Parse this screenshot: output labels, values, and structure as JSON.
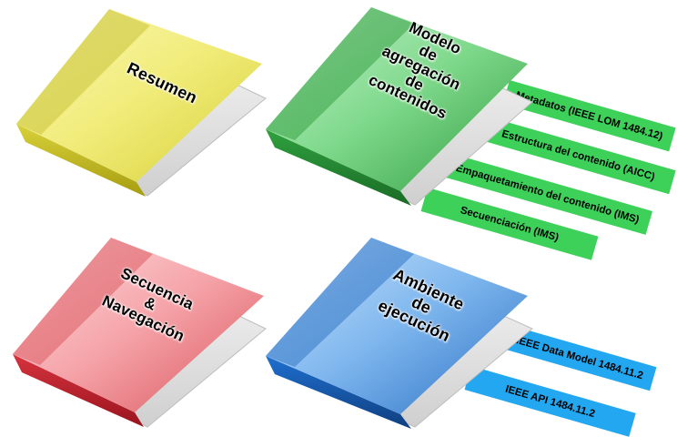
{
  "books": {
    "resumen": {
      "title": "Resumen",
      "color": "#d9d63a"
    },
    "modelo": {
      "title": "Modelo\nde\nagregación\nde\ncontenidos",
      "color": "#3cb54a"
    },
    "secuencia": {
      "title": "Secuencia\n&\nNavegación",
      "color": "#e85a62"
    },
    "ambiente": {
      "title": "Ambiente\nde\nejecución",
      "color": "#2f7fd0"
    }
  },
  "modelo_tabs": [
    {
      "label": "Metadatos (IEEE LOM 1484.12)"
    },
    {
      "label": "Estructura del contenido (AICC)"
    },
    {
      "label": "Empaquetamiento del contenido (IMS)"
    },
    {
      "label": "Secuenciación (IMS)"
    }
  ],
  "ambiente_tabs": [
    {
      "label": "IEEE Data Model 1484.11.2"
    },
    {
      "label": "IEEE API 1484.11.2"
    }
  ],
  "colors": {
    "green_tab": "#3dd15a",
    "blue_tab": "#22a7f0"
  }
}
